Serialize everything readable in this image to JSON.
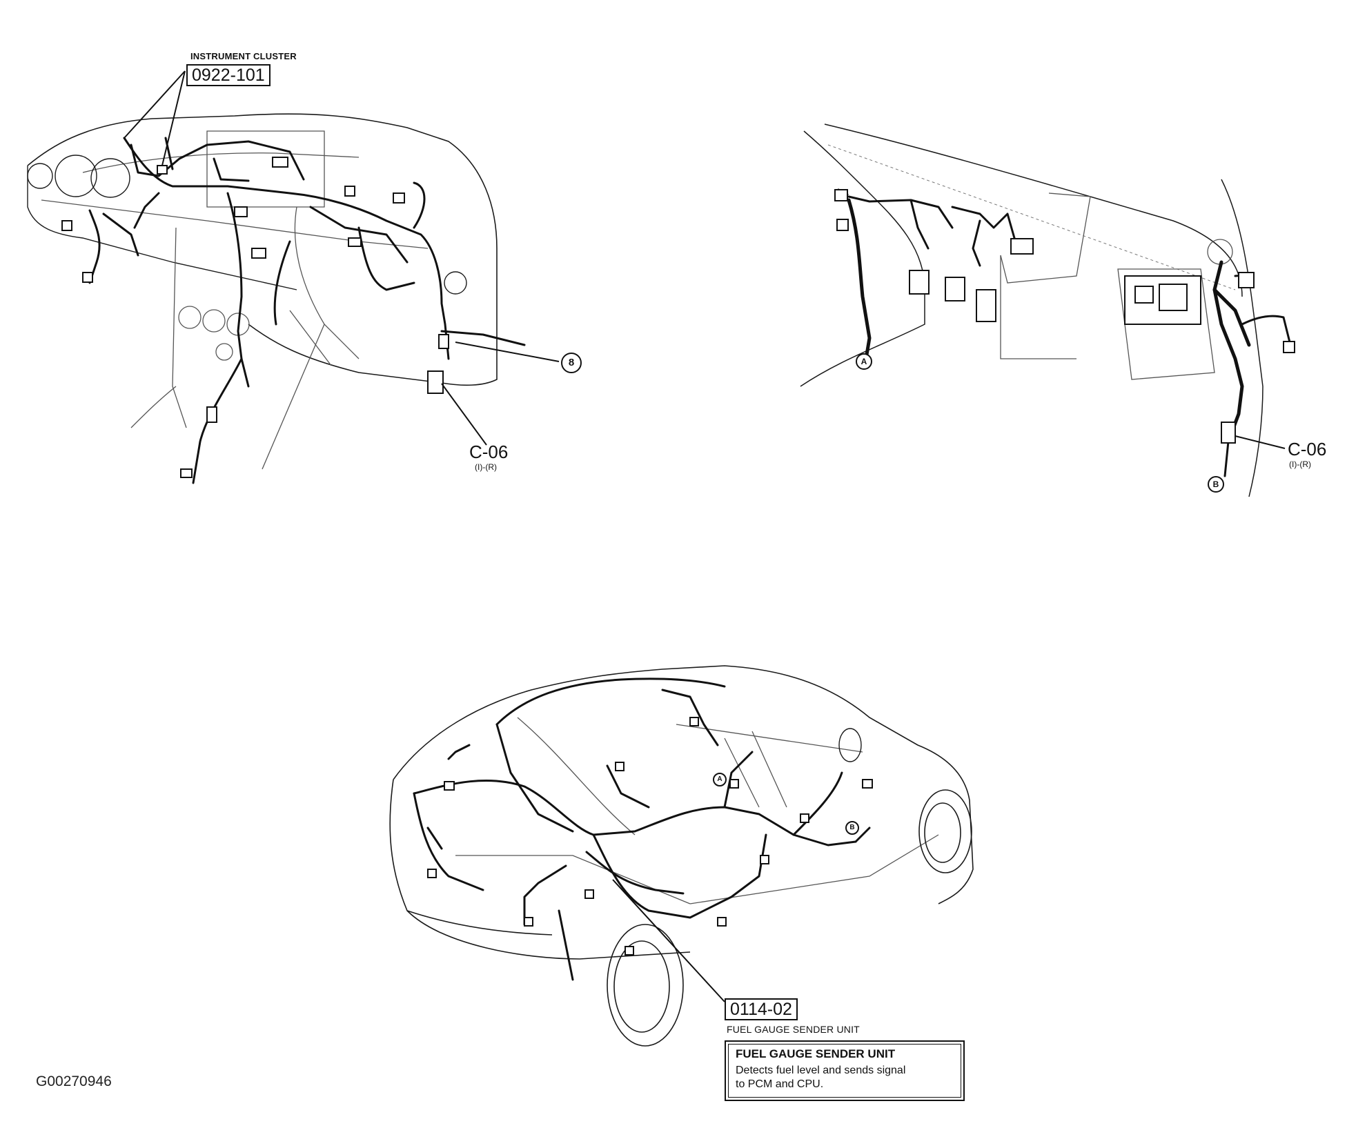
{
  "labels": {
    "instrument_cluster_title": "INSTRUMENT CLUSTER",
    "instrument_cluster_code": "0922-101",
    "connector_left_code": "C-06",
    "connector_left_sub": "(I)-(R)",
    "connector_right_code": "C-06",
    "connector_right_sub": "(I)-(R)",
    "ref_8": "8",
    "ref_a_panel": "A",
    "ref_b_panel": "B",
    "ref_a_car": "A",
    "ref_b_car": "B",
    "fuel_code": "0114-02",
    "fuel_title": "FUEL GAUGE SENDER UNIT"
  },
  "info_box": {
    "title": "FUEL GAUGE SENDER UNIT",
    "body": "Detects fuel level and sends signal\nto PCM and CPU."
  },
  "figure_id": "G00270946"
}
